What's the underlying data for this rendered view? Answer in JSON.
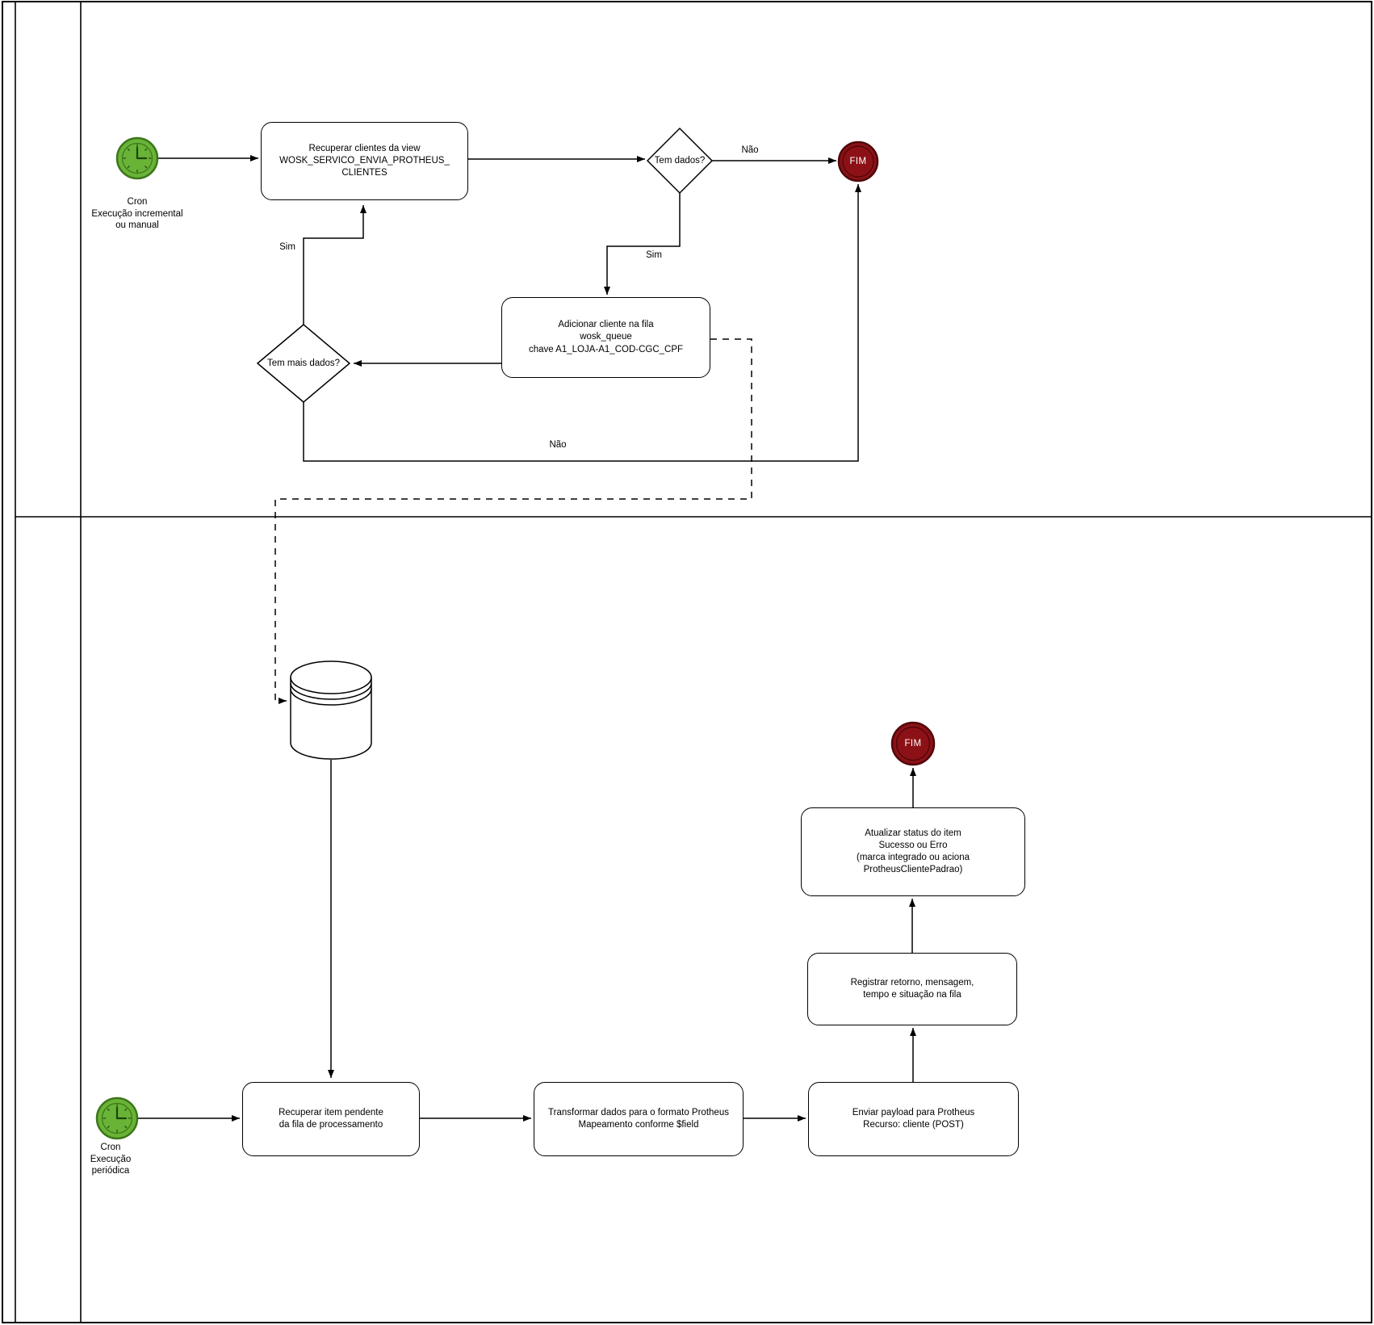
{
  "diagram": {
    "type": "bpmn-flowchart",
    "lanes": {
      "pool_title": "",
      "lane1_title": "",
      "lane2_title": ""
    },
    "nodes": {
      "start1": {
        "kind": "timer-start-event",
        "label": "Cron\nExecução incremental\nou manual"
      },
      "task_recuperar_view": {
        "kind": "task",
        "label": "Recuperar clientes da view\nWOSK_SERVICO_ENVIA_PROTHEUS_\nCLIENTES"
      },
      "gw_tem_dados": {
        "kind": "decision",
        "label": "Tem dados?"
      },
      "end1": {
        "kind": "end-event",
        "label": "FIM"
      },
      "task_adicionar_fila": {
        "kind": "task",
        "label": "Adicionar cliente na fila\nwosk_queue\nchave A1_LOJA-A1_COD-CGC_CPF"
      },
      "gw_tem_mais_dados": {
        "kind": "decision",
        "label": "Tem mais dados?"
      },
      "datastore": {
        "kind": "database-cylinder",
        "label": ""
      },
      "start2": {
        "kind": "timer-start-event",
        "label": "Cron\nExecução\nperiódica"
      },
      "task_recuperar_item": {
        "kind": "task",
        "label": "Recuperar item pendente\nda fila de processamento"
      },
      "task_transformar": {
        "kind": "task",
        "label": "Transformar dados para o formato Protheus\nMapeamento conforme $field"
      },
      "task_enviar": {
        "kind": "task",
        "label": "Enviar payload para Protheus\nRecurso: cliente (POST)"
      },
      "task_registrar": {
        "kind": "task",
        "label": "Registrar retorno, mensagem,\ntempo e situação na fila"
      },
      "task_atualizar": {
        "kind": "task",
        "label": "Atualizar status do item\nSucesso ou Erro\n(marca integrado ou aciona\nProtheusClientePadrao)"
      },
      "end2": {
        "kind": "end-event",
        "label": "FIM"
      }
    },
    "edge_labels": {
      "nao1": "Não",
      "sim1": "Sim",
      "sim2": "Sim",
      "nao2": "Não"
    },
    "colors": {
      "line": "#000000",
      "start_fill": "#69B337",
      "start_stroke": "#3C761B",
      "end_fill": "#8C1116",
      "end_stroke": "#4F080B",
      "node_fill": "#FFFFFF"
    }
  }
}
